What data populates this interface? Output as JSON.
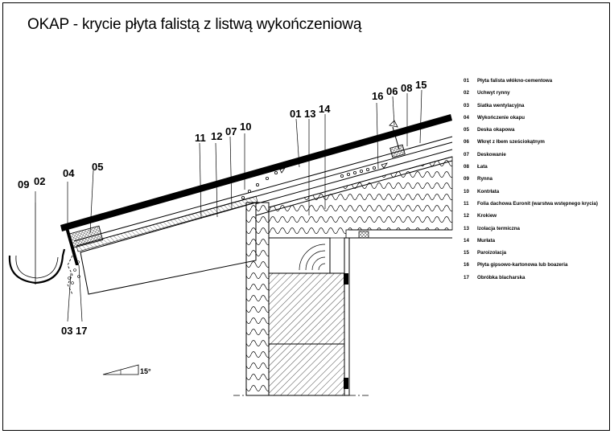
{
  "title": "OKAP - krycie płyta falistą z listwą wykończeniową",
  "angle_label": "15°",
  "callouts": {
    "c01": "01",
    "c02": "02",
    "c03": "03",
    "c04": "04",
    "c05": "05",
    "c06": "06",
    "c07": "07",
    "c08": "08",
    "c09": "09",
    "c10": "10",
    "c11": "11",
    "c12": "12",
    "c13": "13",
    "c14": "14",
    "c15": "15",
    "c16": "16",
    "c17": "17"
  },
  "legend": [
    {
      "num": "01",
      "text": "Płyta falista włókno-cementowa"
    },
    {
      "num": "02",
      "text": "Uchwyt rynny"
    },
    {
      "num": "03",
      "text": "Siatka wentylacyjna"
    },
    {
      "num": "04",
      "text": "Wykończenie okapu"
    },
    {
      "num": "05",
      "text": "Deska okapowa"
    },
    {
      "num": "06",
      "text": "Wkręt z łbem sześciokątnym"
    },
    {
      "num": "07",
      "text": "Deskowanie"
    },
    {
      "num": "08",
      "text": "Łata"
    },
    {
      "num": "09",
      "text": "Rynna"
    },
    {
      "num": "10",
      "text": "Kontrłata"
    },
    {
      "num": "11",
      "text": "Folia dachowa Euronit (warstwa wstępnego krycia)"
    },
    {
      "num": "12",
      "text": "Krokiew"
    },
    {
      "num": "13",
      "text": "Izolacja termiczna"
    },
    {
      "num": "14",
      "text": "Murłata"
    },
    {
      "num": "15",
      "text": "Paroizolacja"
    },
    {
      "num": "16",
      "text": "Płyta gipsowo-kartonowa lub boazeria"
    },
    {
      "num": "17",
      "text": "Obróbka blacharska"
    }
  ]
}
